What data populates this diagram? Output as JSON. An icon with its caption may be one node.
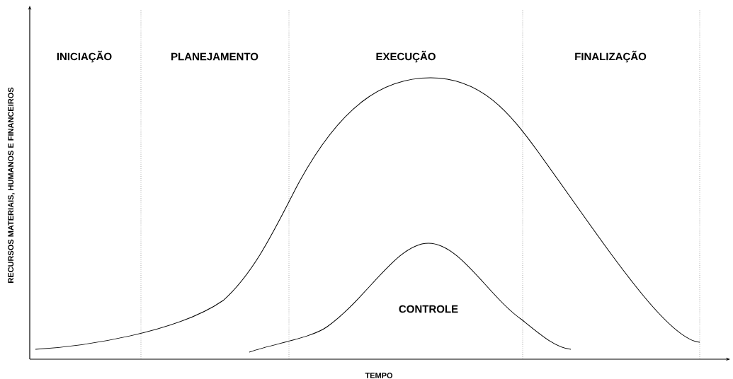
{
  "diagram": {
    "labels": [
      "INICIAÇÃO",
      "PLANEJAMENTO",
      "EXECUÇÃO",
      "FINALIZAÇÃO",
      "RECURSOS MATERIAIS, HUMANOS E FINANCEIROS",
      "CONTROLE",
      "TEMPO"
    ]
  }
}
